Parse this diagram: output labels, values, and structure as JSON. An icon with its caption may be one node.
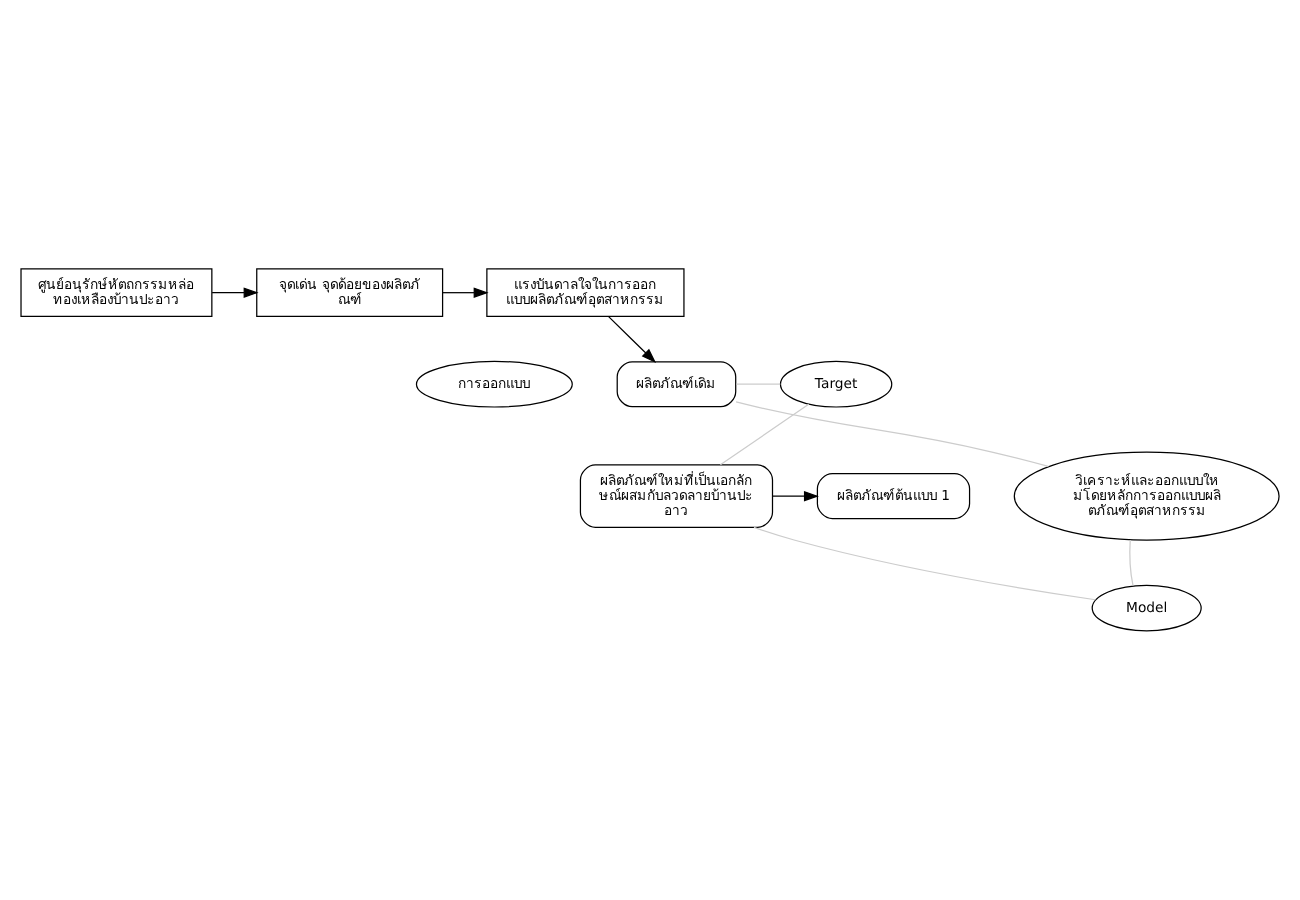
{
  "diagram": {
    "nodes": [
      {
        "text": [
          "ศูนย์อนุรักษ์หัตถกรรมหล่อทองเหลืองบ้านปะอาว"
        ]
      },
      {
        "text": [
          "จุดเด่น จุดด้อยของผลิตภัณฑ์"
        ]
      },
      {
        "text": [
          "แรงบันดาลใจในการออกแบบผลิตภัณฑ์อุตสาหกรรม"
        ]
      },
      {
        "text": [
          "การออกแบบ"
        ]
      },
      {
        "text": [
          "Target"
        ]
      },
      {
        "text": [
          "ผลิตภัณฑ์เดิม"
        ]
      },
      {
        "text": [
          "ผลิตภัณฑ์ต้นแบบ 1"
        ]
      },
      {
        "text": [
          "ผลิตภัณฑ์ใหม่ที่เป็นเอกลักษณ์ผสมกับลวดลายบ้านปะอาว"
        ]
      },
      {
        "text": [
          "วิเคราะห์และออกแบบใหม่โดยหลักการออกแบบผลิตภัณฑ์อุตสาหกรรม"
        ]
      },
      {
        "text": [
          "Model"
        ]
      }
    ],
    "edges": [
      {
        "from": 0,
        "to": 1,
        "arrow": "to",
        "color": "#000000"
      },
      {
        "from": 1,
        "to": 2,
        "arrow": "to",
        "color": "#000000"
      },
      {
        "from": 2,
        "to": 5,
        "arrow": "to",
        "color": "#000000"
      },
      {
        "from": 7,
        "to": 6,
        "arrow": "to",
        "color": "#000000"
      },
      {
        "from": 4,
        "to": 5,
        "arrow": "none",
        "color": "#cccccc"
      },
      {
        "from": 5,
        "to": 8,
        "arrow": "none",
        "color": "#cccccc"
      },
      {
        "from": 8,
        "to": 9,
        "arrow": "none",
        "color": "#cccccc"
      },
      {
        "from": 9,
        "to": 7,
        "arrow": "none",
        "color": "#cccccc"
      },
      {
        "from": 7,
        "to": 4,
        "arrow": "none",
        "color": "#cccccc"
      }
    ]
  }
}
